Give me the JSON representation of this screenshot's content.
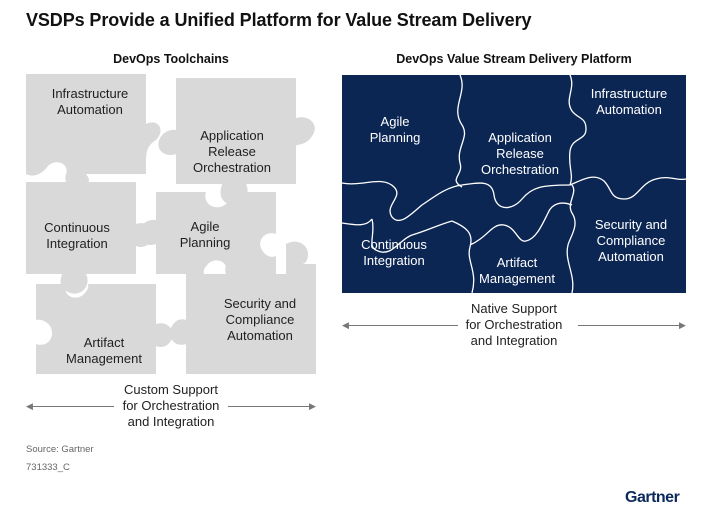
{
  "title": "VSDPs Provide a Unified Platform for Value Stream Delivery",
  "left": {
    "heading": "DevOps Toolchains",
    "pieces": {
      "infra": "Infrastructure\nAutomation",
      "release": "Application\nRelease\nOrchestration",
      "ci": "Continuous\nIntegration",
      "agile": "Agile\nPlanning",
      "security": "Security and\nCompliance\nAutomation",
      "artifact": "Artifact\nManagement"
    },
    "support": "Custom Support\nfor Orchestration\nand Integration"
  },
  "right": {
    "heading": "DevOps Value Stream Delivery Platform",
    "pieces": {
      "agile": "Agile\nPlanning",
      "release": "Application\nRelease\nOrchestration",
      "infra": "Infrastructure\nAutomation",
      "security": "Security and\nCompliance\nAutomation",
      "ci": "Continuous\nIntegration",
      "artifact": "Artifact\nManagement"
    },
    "support": "Native Support\nfor Orchestration\nand Integration"
  },
  "source": "Source: Gartner",
  "code": "731333_C",
  "brand": "Gartner",
  "colors": {
    "piece_gray": "#d9d9d9",
    "platform_navy": "#0c2654",
    "arrow": "#777777"
  }
}
